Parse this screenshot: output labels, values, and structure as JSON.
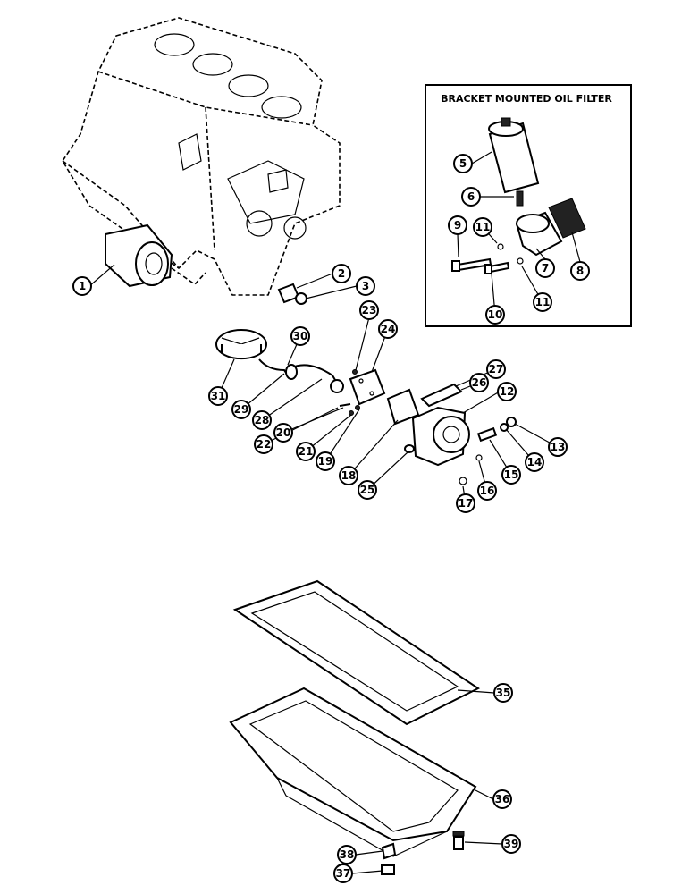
{
  "inset": {
    "title": "BRACKET MOUNTED OIL FILTER"
  },
  "callouts": [
    {
      "id": "c1",
      "label": "1"
    },
    {
      "id": "c2",
      "label": "2"
    },
    {
      "id": "c3",
      "label": "3"
    },
    {
      "id": "c5",
      "label": "5"
    },
    {
      "id": "c6",
      "label": "6"
    },
    {
      "id": "c7",
      "label": "7"
    },
    {
      "id": "c8",
      "label": "8"
    },
    {
      "id": "c9",
      "label": "9"
    },
    {
      "id": "c10",
      "label": "10"
    },
    {
      "id": "c11a",
      "label": "11"
    },
    {
      "id": "c11b",
      "label": "11"
    },
    {
      "id": "c12",
      "label": "12"
    },
    {
      "id": "c13",
      "label": "13"
    },
    {
      "id": "c14",
      "label": "14"
    },
    {
      "id": "c15",
      "label": "15"
    },
    {
      "id": "c16",
      "label": "16"
    },
    {
      "id": "c17",
      "label": "17"
    },
    {
      "id": "c18",
      "label": "18"
    },
    {
      "id": "c19",
      "label": "19"
    },
    {
      "id": "c20",
      "label": "20"
    },
    {
      "id": "c21",
      "label": "21"
    },
    {
      "id": "c22",
      "label": "22"
    },
    {
      "id": "c23",
      "label": "23"
    },
    {
      "id": "c24",
      "label": "24"
    },
    {
      "id": "c25",
      "label": "25"
    },
    {
      "id": "c26",
      "label": "26"
    },
    {
      "id": "c27",
      "label": "27"
    },
    {
      "id": "c28",
      "label": "28"
    },
    {
      "id": "c29",
      "label": "29"
    },
    {
      "id": "c30",
      "label": "30"
    },
    {
      "id": "c31",
      "label": "31"
    },
    {
      "id": "c35",
      "label": "35"
    },
    {
      "id": "c36",
      "label": "36"
    },
    {
      "id": "c37",
      "label": "37"
    },
    {
      "id": "c38",
      "label": "38"
    },
    {
      "id": "c39",
      "label": "39"
    }
  ]
}
